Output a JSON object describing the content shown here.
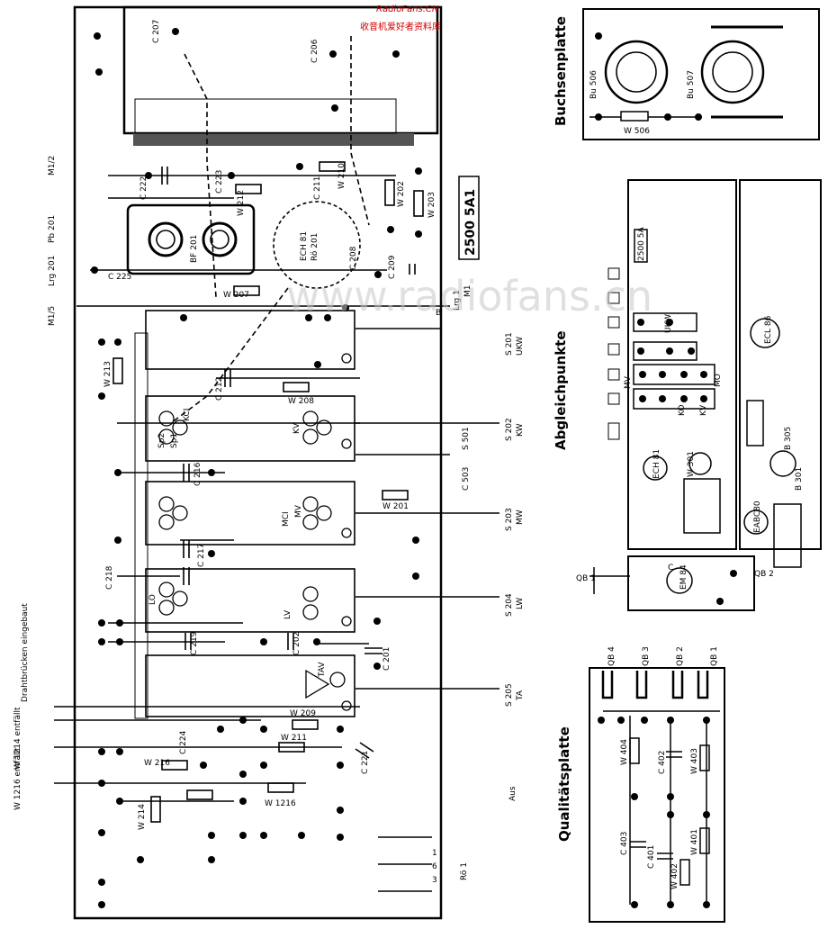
{
  "watermark": {
    "site": "RadioFans.CN",
    "cn_text": "收音机爱好者资料库",
    "center": "www.radiofans.cn"
  },
  "main_board": {
    "model_label": "2500 5A1",
    "component_labels": [
      "C 207",
      "C 206",
      "C 222",
      "C 223",
      "W 212",
      "W 210",
      "W 202",
      "W 203",
      "C 211",
      "BF 201",
      "ECH 81",
      "Rö 201",
      "C 209",
      "C 225",
      "W 207",
      "C 208",
      "W 213",
      "C 212",
      "W 208",
      "KCI",
      "KV",
      "C 216",
      "W 201",
      "C 503",
      "MCI",
      "MV",
      "C 218",
      "C 217",
      "LO",
      "LV",
      "C 219",
      "C 202",
      "C 201",
      "TAV",
      "C 224",
      "W 209",
      "W 211",
      "W 216",
      "W 1216",
      "C 221",
      "W 214",
      "Sp1",
      "Sp2",
      "S 501"
    ],
    "switch_labels": [
      "S 201",
      "UKW",
      "S 202",
      "KW",
      "S 203",
      "MW",
      "S 204",
      "LW",
      "S 205",
      "TA",
      "Aus"
    ],
    "left_labels": [
      "M1/2",
      "Pb 201",
      "Lrg 201",
      "M1/5",
      "Drahtbrücken eingebaut",
      "W 1214 entfällt",
      "W 1216 entfällt"
    ],
    "right_labels": [
      "B",
      "Lrg 1",
      "M1",
      "Rö 1",
      "3",
      "6",
      "1"
    ]
  },
  "buchsenplatte": {
    "title": "Buchsenplatte",
    "labels": [
      "Bu 506",
      "Bu 507",
      "W 506"
    ]
  },
  "abgleichpunkte": {
    "title": "Abgleichpunkte",
    "labels": [
      "2500 5A",
      "ECL 86",
      "EABC80",
      "EM 84",
      "ECH 81",
      "UKW",
      "MV",
      "MO",
      "KO",
      "KV",
      "B 301",
      "B 305",
      "W 301",
      "QB 2",
      "QB 1",
      "C"
    ]
  },
  "qualitaetsplatte": {
    "title": "Qualitätsplatte",
    "labels": [
      "QB 4",
      "QB 3",
      "QB 2",
      "QB 1",
      "W 404",
      "C 402",
      "W 403",
      "C 403",
      "C 401",
      "W 402",
      "W 401"
    ]
  }
}
